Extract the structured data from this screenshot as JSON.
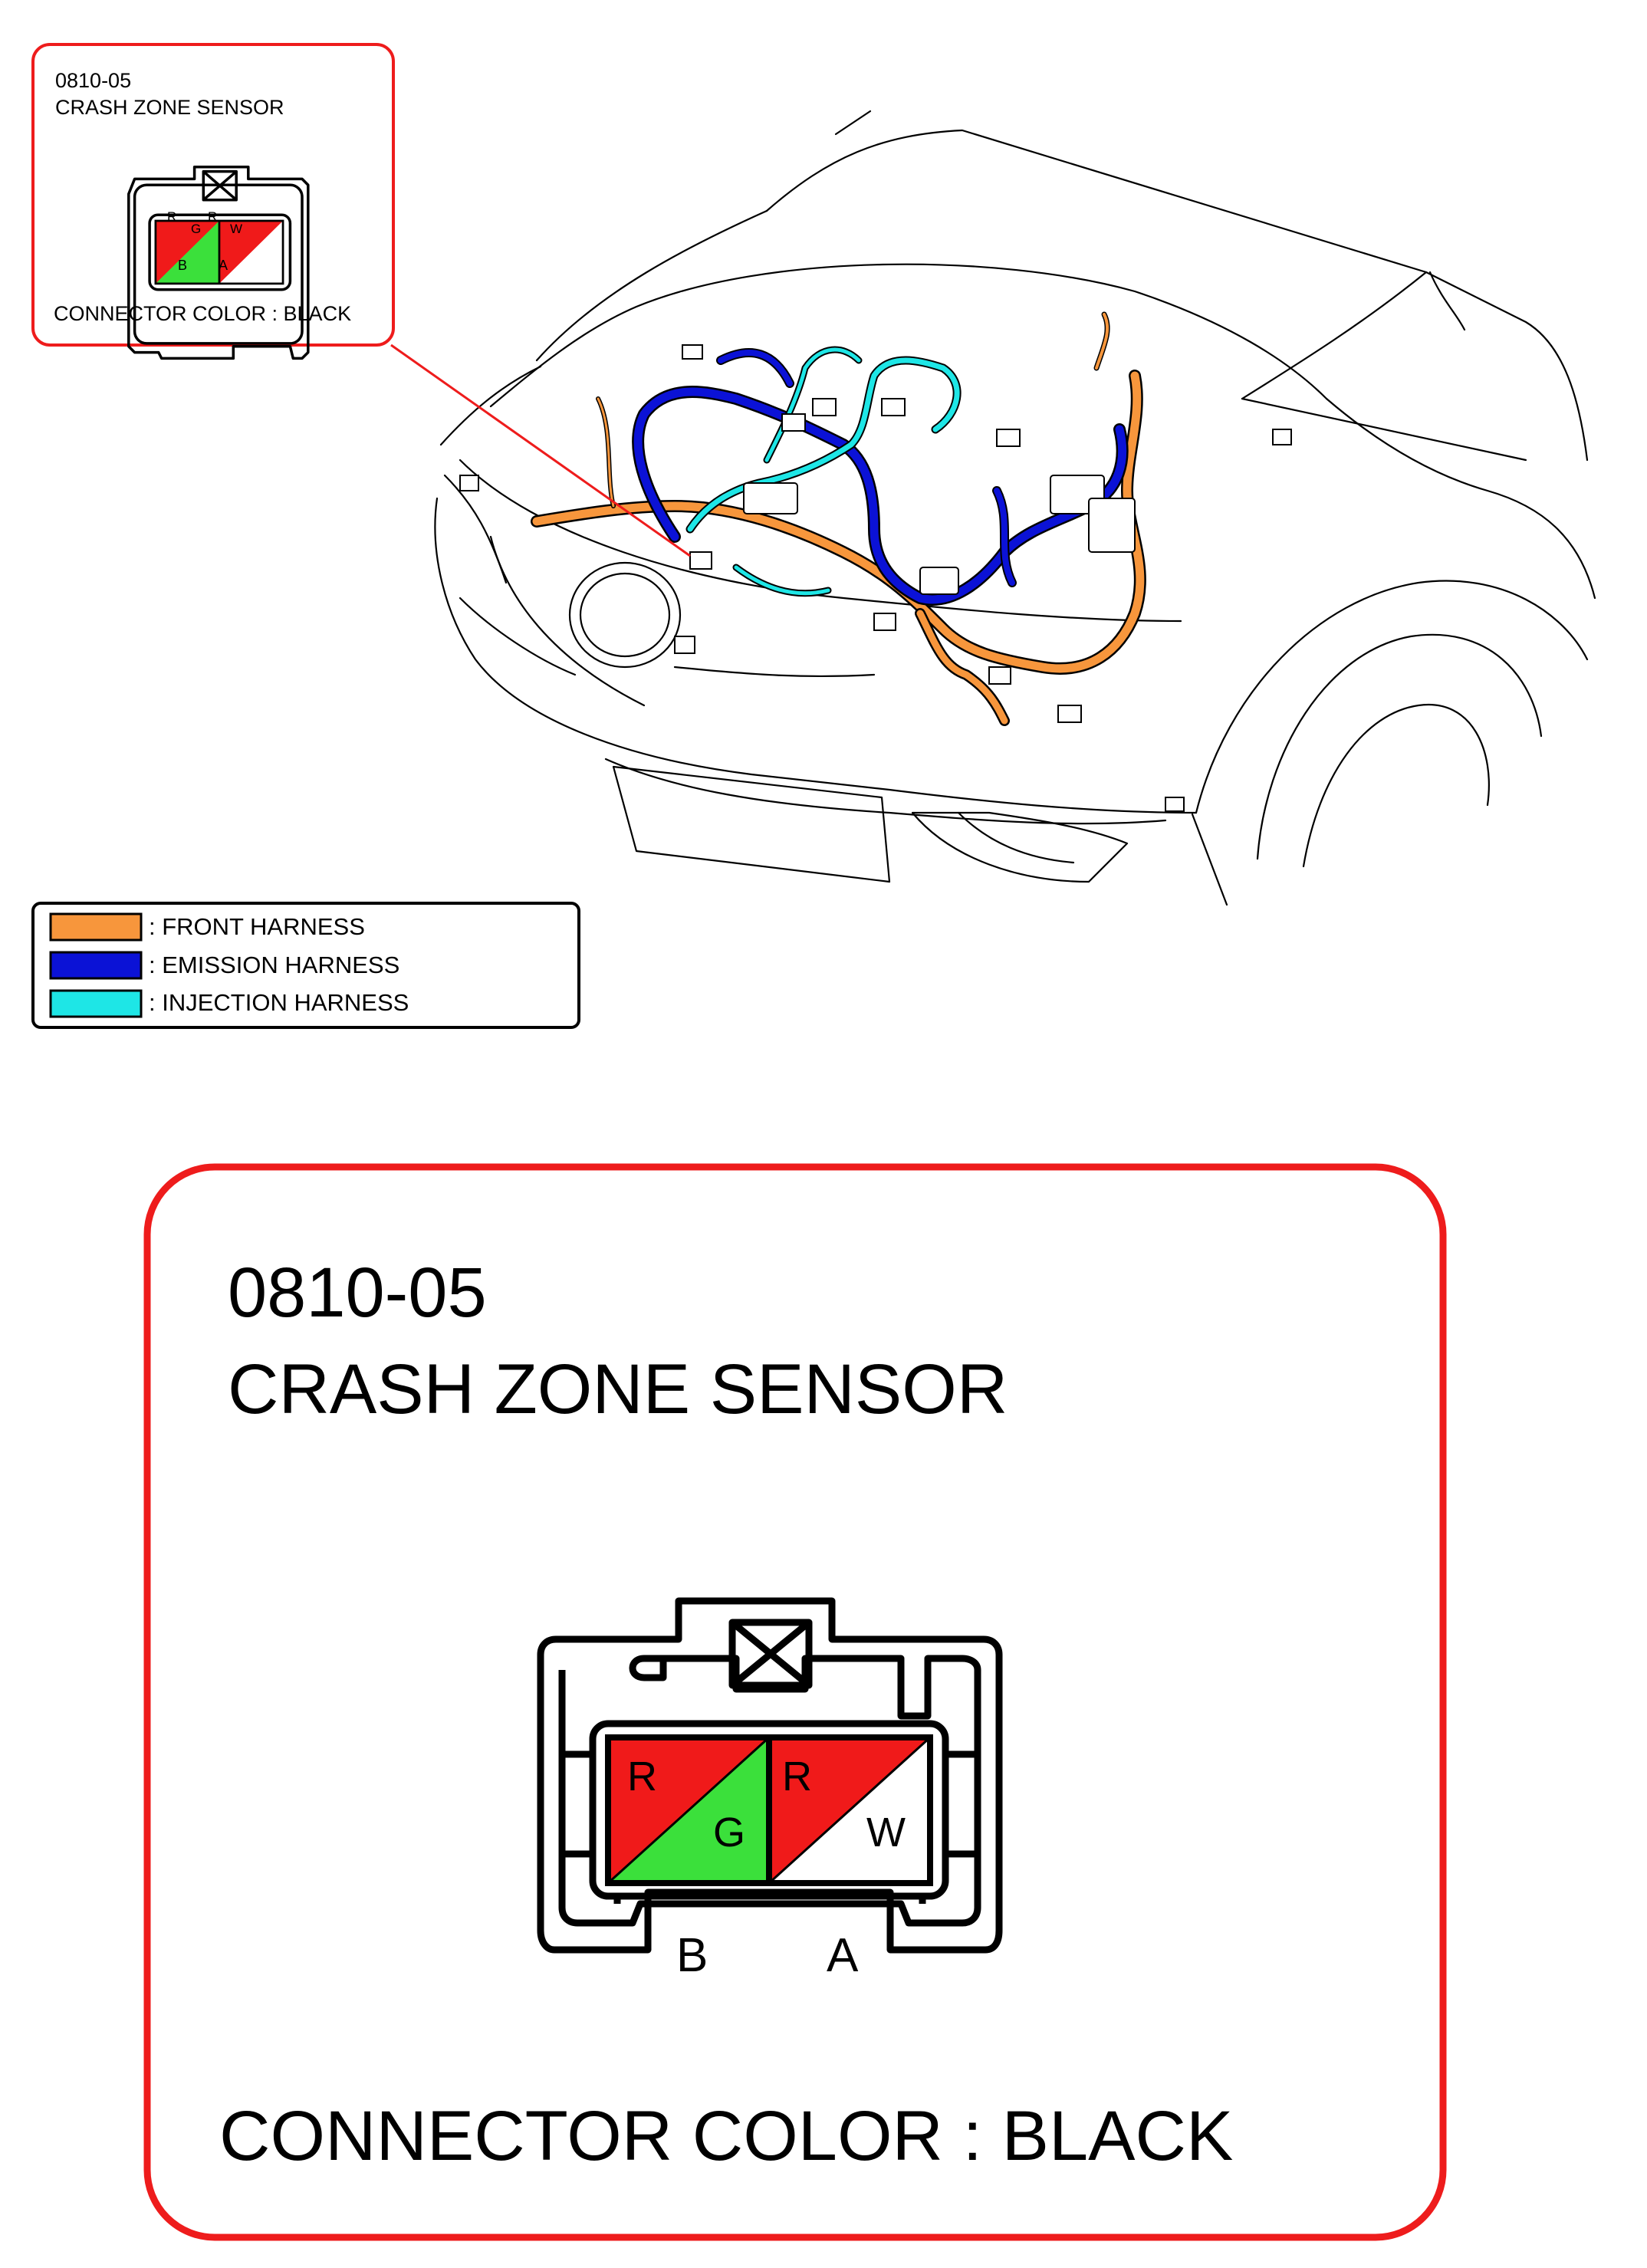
{
  "callout_small": {
    "code": "0810-05",
    "name": "CRASH ZONE SENSOR",
    "connector_color": "CONNECTOR COLOR : BLACK"
  },
  "callout_large": {
    "code": "0810-05",
    "name": "CRASH ZONE SENSOR",
    "connector_color": "CONNECTOR COLOR : BLACK"
  },
  "connector": {
    "pins": [
      {
        "label": "B",
        "wire_primary": "R",
        "wire_stripe": "G"
      },
      {
        "label": "A",
        "wire_primary": "R",
        "wire_stripe": "W"
      }
    ]
  },
  "legend": [
    {
      "label": ": FRONT HARNESS",
      "color": "#F7963C"
    },
    {
      "label": ": EMISSION HARNESS",
      "color": "#0B12D6"
    },
    {
      "label": ": INJECTION HARNESS",
      "color": "#1EE6E6"
    }
  ],
  "colors": {
    "callout_border": "#EE1C1C",
    "wire_red": "#F01A1A",
    "wire_green": "#3BE03B",
    "wire_white": "#FFFFFF"
  }
}
